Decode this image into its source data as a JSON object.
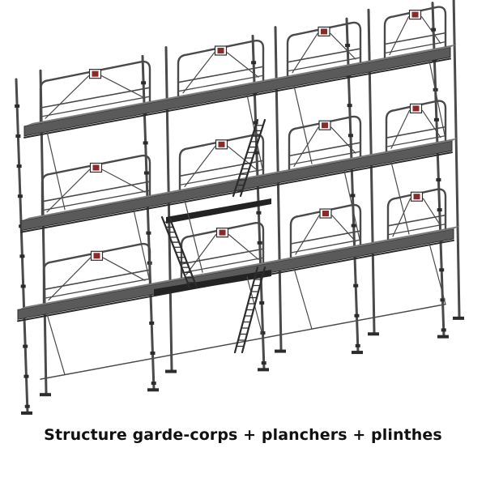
{
  "caption": "Structure garde-corps + planchers + plinthes",
  "colors": {
    "frame": "#4a4a4a",
    "frame_dark": "#2c2c2c",
    "deck": "#5a5a5a",
    "deck_top": "#7a7a7a",
    "deck_dark": "#232323",
    "tag": "#8a2a2a",
    "background": "#ffffff",
    "text": "#111111"
  },
  "structure": {
    "bays": 4,
    "levels": 3,
    "ladders": 3,
    "components": [
      "frames",
      "guardrails",
      "decks",
      "toe-boards",
      "ladders",
      "base-jacks",
      "diagonal-braces"
    ]
  }
}
